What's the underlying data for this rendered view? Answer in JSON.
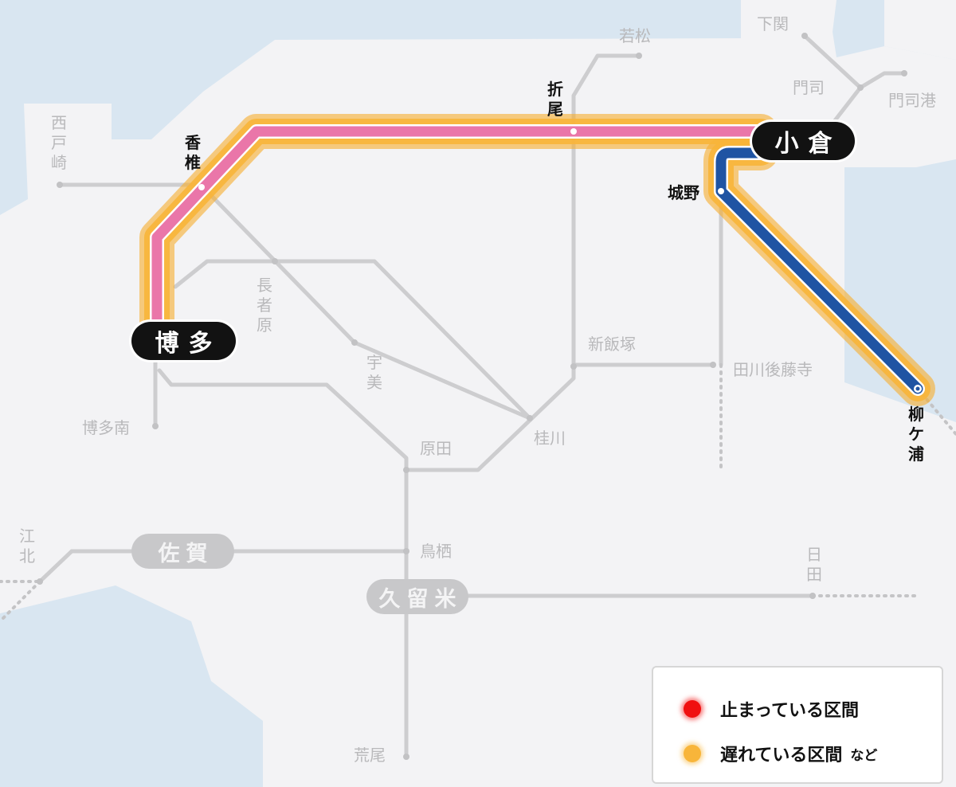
{
  "map": {
    "major_stations": [
      {
        "name": "博多",
        "id": "hakata"
      },
      {
        "name": "小倉",
        "id": "kokura"
      }
    ],
    "minor_major_stations": [
      {
        "name": "佐賀",
        "id": "saga"
      },
      {
        "name": "久留米",
        "id": "kurume"
      }
    ],
    "affected_stations": [
      {
        "name": "香椎",
        "id": "kashii"
      },
      {
        "name": "折尾",
        "id": "orio"
      },
      {
        "name": "城野",
        "id": "jono"
      },
      {
        "name": "柳ケ浦",
        "id": "yanagigaura"
      }
    ],
    "other_stations": [
      {
        "name": "下関",
        "id": "shimonoseki"
      },
      {
        "name": "若松",
        "id": "wakamatsu"
      },
      {
        "name": "門司",
        "id": "moji"
      },
      {
        "name": "門司港",
        "id": "mojiko"
      },
      {
        "name": "西戸崎",
        "id": "saitozaki"
      },
      {
        "name": "長者原",
        "id": "chojabaru"
      },
      {
        "name": "宇美",
        "id": "umi"
      },
      {
        "name": "新飯塚",
        "id": "shiniizuka"
      },
      {
        "name": "田川後藤寺",
        "id": "tagawagotoji"
      },
      {
        "name": "博多南",
        "id": "hakataminami"
      },
      {
        "name": "原田",
        "id": "haruda"
      },
      {
        "name": "桂川",
        "id": "keisen"
      },
      {
        "name": "江北",
        "id": "kohoku"
      },
      {
        "name": "鳥栖",
        "id": "tosu"
      },
      {
        "name": "日田",
        "id": "hita"
      },
      {
        "name": "荒尾",
        "id": "arao"
      }
    ],
    "line_colors": {
      "kagoshima_main_line": "#ea76a9",
      "nippo_main_line": "#1f54a3",
      "other_lines": "#cdcdcf",
      "sea": "#d9e6f1",
      "land": "#f3f3f5"
    }
  },
  "legend": {
    "stopped_label": "止まっている区間",
    "stopped_color": "#f01010",
    "delayed_label": "遅れている区間",
    "delayed_color": "#f8b53a",
    "suffix": "など"
  }
}
